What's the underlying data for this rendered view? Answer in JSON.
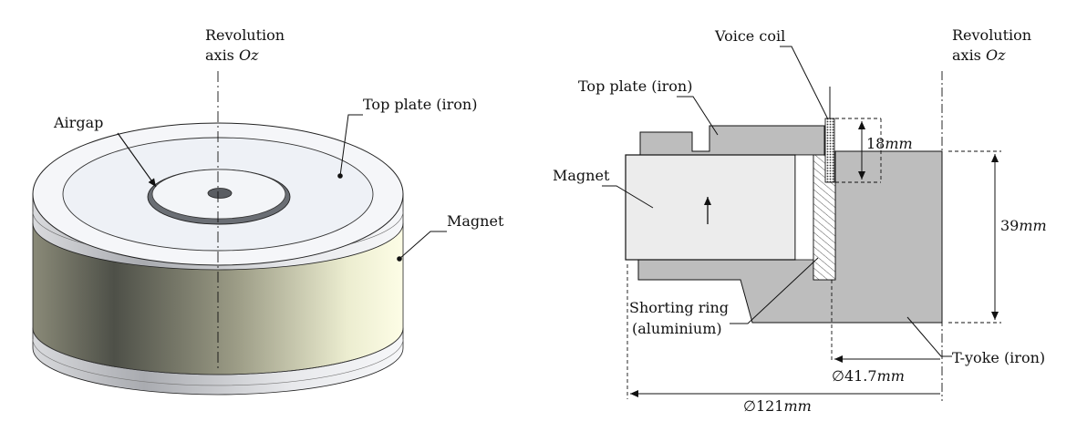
{
  "left_view": {
    "axis_label_line1": "Revolution",
    "axis_label_line2": "axis ",
    "axis_label_italic": "Oz",
    "airgap_label": "Airgap",
    "top_plate_label": "Top plate (iron)",
    "magnet_label": "Magnet"
  },
  "right_view": {
    "voice_coil_label": "Voice coil",
    "top_plate_label": "Top plate (iron)",
    "axis_label_line1": "Revolution",
    "axis_label_line2": "axis ",
    "axis_label_italic": "Oz",
    "magnet_label": "Magnet",
    "shorting_ring_line1": "Shorting ring",
    "shorting_ring_line2": "(aluminium)",
    "t_yoke_label": "T-yoke (iron)",
    "dim_coil_value": "18",
    "dim_coil_unit": "mm",
    "dim_height_value": "39",
    "dim_height_unit": "mm",
    "dim_inner_diameter_value": "∅41.7",
    "dim_inner_diameter_unit": "mm",
    "dim_outer_diameter_value": "∅121",
    "dim_outer_diameter_unit": "mm"
  },
  "colors": {
    "iron": "#bdbdbd",
    "magnet": "#ececec",
    "outline": "#111111",
    "magnet_band_dark": "#5d5d52",
    "magnet_band_light": "#fbfbe2",
    "plate_face": "#f4f6f9"
  }
}
